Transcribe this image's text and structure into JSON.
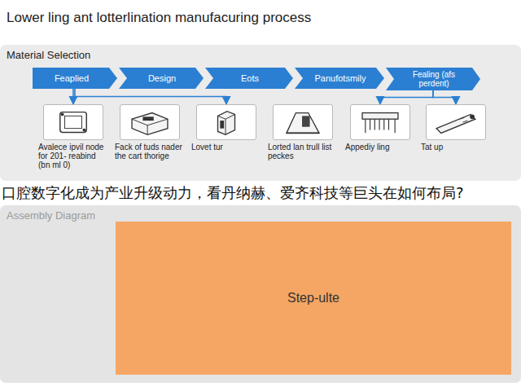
{
  "diagram": {
    "title": "Lower ling ant lotterlination manufacuring process",
    "nodes": [
      {
        "text": [
          "Material Selection"
        ]
      },
      {
        "text": [
          "Feaplied"
        ],
        "in": 0
      },
      {
        "text": [
          "Design"
        ],
        "in": 0
      },
      {
        "text": [
          "Eots"
        ],
        "in": 0
      },
      {
        "text": [
          "Panufotsmily"
        ],
        "in": 0
      },
      {
        "text": [
          "Fealing (afs perdent)"
        ],
        "in": 0
      },
      {
        "text": [
          "Avalece ipvil node for 201- reabind (bn ml 0)"
        ],
        "in": 0
      },
      {
        "text": [
          "Fack of tuds nader the cart thorige"
        ],
        "in": 0
      },
      {
        "text": [
          "Lovet tur"
        ],
        "in": 0
      },
      {
        "text": [
          "Lorted lan trull list peckes"
        ],
        "in": 0
      },
      {
        "text": [
          "Appediy ling"
        ],
        "in": 0
      },
      {
        "text": [
          "Tat up"
        ],
        "in": 0
      },
      {
        "text": [
          "Assembly Diagram"
        ]
      },
      {
        "text": [
          "Step-ulte"
        ],
        "in": 12
      }
    ],
    "edges": [
      {
        "from": 1,
        "to": 6,
        "arrow": "to"
      },
      {
        "from": 1,
        "to": 8,
        "arrow": "to"
      },
      {
        "from": 5,
        "to": 10,
        "arrow": "to"
      },
      {
        "from": 5,
        "to": 11,
        "arrow": "to"
      }
    ],
    "labels": [
      "口腔数字化成为产业升级动力，看丹纳赫、爱齐科技等巨头在如何布局?"
    ]
  }
}
